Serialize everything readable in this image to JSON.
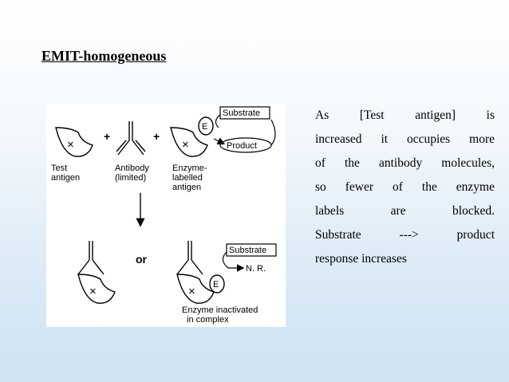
{
  "slide": {
    "title": "EMIT-homogeneous",
    "body_lines": [
      "As [Test antigen] is",
      "increased it occupies more",
      "of the antibody molecules,",
      "so fewer of the enzyme",
      "labels are blocked.",
      "Substrate ---> product",
      "response increases"
    ]
  },
  "figure": {
    "substrate_top": "Substrate",
    "product": "Product",
    "enzyme_top": "E",
    "plus_1": "+",
    "plus_2": "+",
    "x_1": "×",
    "x_2": "×",
    "x_3": "×",
    "x_4": "×",
    "test_antigen_1": "Test",
    "test_antigen_2": "antigen",
    "antibody_1": "Antibody",
    "antibody_2": "(limited)",
    "enzyme_label_1": "Enzyme-",
    "enzyme_label_2": "labelled",
    "enzyme_label_3": "antigen",
    "or": "or",
    "substrate_bottom": "Substrate",
    "enzyme_bottom": "E",
    "nr": "N. R.",
    "inactivated_1": "Enzyme inactivated",
    "inactivated_2": "in complex"
  }
}
